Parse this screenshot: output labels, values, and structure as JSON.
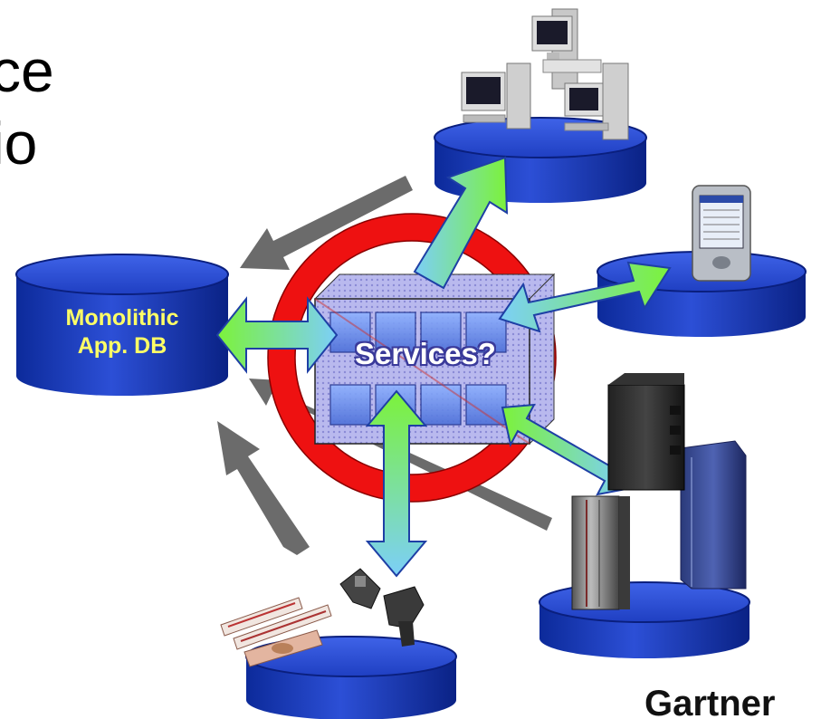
{
  "slide": {
    "title_lines": [
      "ce",
      "io"
    ]
  },
  "diagram": {
    "central_label": "Services?",
    "database_label": [
      "Monolithic",
      "App. DB"
    ],
    "nodes": [
      {
        "name": "desktop-computers"
      },
      {
        "name": "pda-handheld"
      },
      {
        "name": "enterprise-servers"
      },
      {
        "name": "rfid-scanners"
      }
    ]
  },
  "branding": {
    "logo_text": "Gartner"
  },
  "colors": {
    "platform_blue": "#1e3fc0",
    "prohibition_red": "#ee1111",
    "database_label": "#ffff66",
    "gray_arrow": "#666666",
    "arrow_gradient": [
      "#66ee33",
      "#66ccff"
    ]
  }
}
